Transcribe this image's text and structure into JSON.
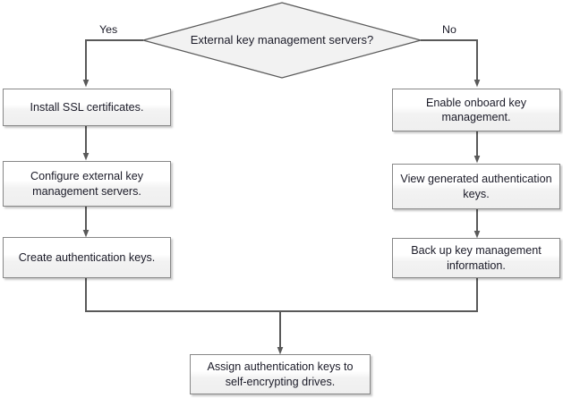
{
  "diagram": {
    "type": "flowchart",
    "title": "",
    "colors": {
      "node_border": "#878787",
      "node_fill_top": "#ffffff",
      "node_fill_bottom": "#efefef",
      "connector": "#595959",
      "text": "#1b1b28",
      "background": "#ffffff"
    },
    "decision": {
      "label": "External key management servers?",
      "shape": "diamond"
    },
    "branches": [
      {
        "label": "Yes",
        "side": "left"
      },
      {
        "label": "No",
        "side": "right"
      }
    ],
    "left_branch": {
      "steps": [
        {
          "label": "Install SSL certificates."
        },
        {
          "label": "Configure external key management servers."
        },
        {
          "label": "Create authentication keys."
        }
      ]
    },
    "right_branch": {
      "steps": [
        {
          "label": "Enable onboard key management."
        },
        {
          "label": "View generated authentication keys."
        },
        {
          "label": "Back up key management information."
        }
      ]
    },
    "merge_step": {
      "label": "Assign authentication keys to self-encrypting drives."
    }
  }
}
